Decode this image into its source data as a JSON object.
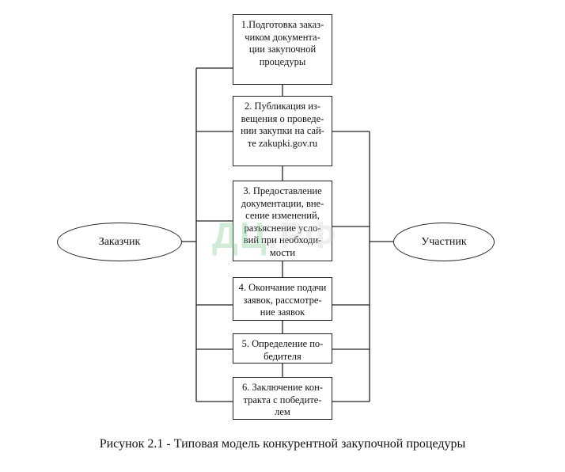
{
  "steps": [
    {
      "lines": [
        "1.Подготовка заказ-",
        "чиком документа-",
        "ции закупочной",
        "процедуры"
      ]
    },
    {
      "lines": [
        "2. Публикация из-",
        "вещения о проведе-",
        "нии закупки на сай-",
        "те zakupki.gov.ru"
      ]
    },
    {
      "lines": [
        "3. Предоставление",
        "документации, вне-",
        "сение изменений,",
        "разъяснение усло-",
        "вий при необходи-",
        "мости"
      ]
    },
    {
      "lines": [
        "4. Окончание подачи",
        "заявок, рассмотре-",
        "ние заявок"
      ]
    },
    {
      "lines": [
        "5. Определение по-",
        "бедителя"
      ]
    },
    {
      "lines": [
        "6. Заключение кон-",
        "тракта с победите-",
        "лем"
      ]
    }
  ],
  "actors": {
    "customer": "Заказчик",
    "participant": "Участник"
  },
  "watermark": {
    "main": "ДЦ",
    "suffix": ".РФ"
  },
  "caption": "Рисунок 2.1 - Типовая модель конкурентной закупочной процедуры"
}
